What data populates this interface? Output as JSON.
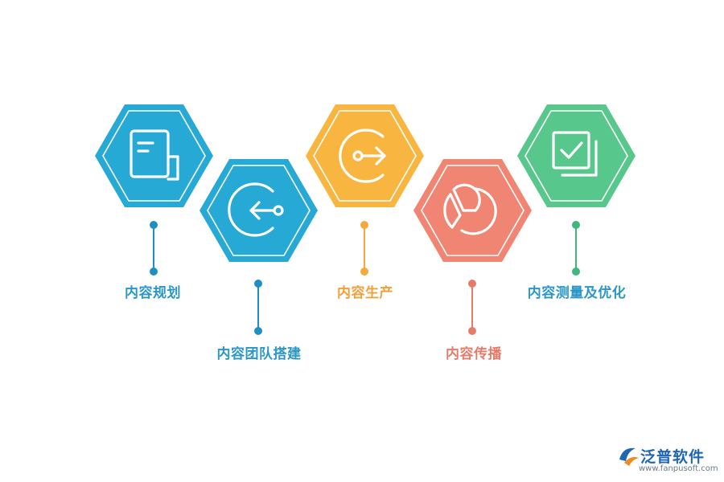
{
  "steps": [
    {
      "label": "内容规划",
      "icon": "document-icon",
      "color": "#27a9d6",
      "dot_color": "#1f8fc1"
    },
    {
      "label": "内容团队搭建",
      "icon": "arrow-left-circle-icon",
      "color": "#27a9d6",
      "dot_color": "#1f8fc1"
    },
    {
      "label": "内容生产",
      "icon": "arrow-right-circle-icon",
      "color": "#f8b640",
      "dot_color": "#f5a93d"
    },
    {
      "label": "内容传播",
      "icon": "pie-chart-icon",
      "color": "#ef8572",
      "dot_color": "#e77b69"
    },
    {
      "label": "内容测量及优化",
      "icon": "checkbox-icon",
      "color": "#57c78b",
      "dot_color": "#3fb67a"
    }
  ],
  "logo": {
    "name": "泛普软件",
    "url": "www.fanpusoft.com",
    "color": "#1f66b5"
  }
}
